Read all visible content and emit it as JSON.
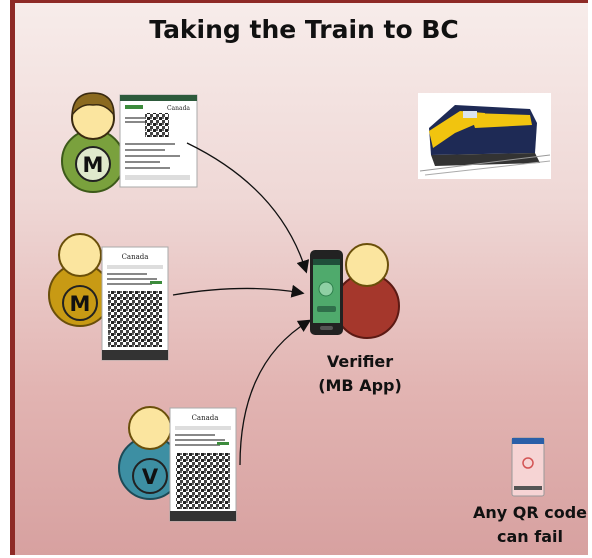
{
  "title": "Taking the Train to BC",
  "people": {
    "top": {
      "letter": "M"
    },
    "middle": {
      "letter": "M"
    },
    "bottom": {
      "letter": "V"
    }
  },
  "verifier": {
    "line1": "Verifier",
    "line2": "(MB App)"
  },
  "qr_note": {
    "line1": "Any QR code",
    "line2": "can fail"
  },
  "documents": {
    "canada_text": "Canada"
  },
  "colors": {
    "slide_border": "#8e2a26",
    "person_top_body": "#7aa13d",
    "person_middle_body": "#c89a14",
    "person_bottom_body": "#3d8fa3",
    "verifier_body": "#a5372c",
    "skin": "#fbe59f",
    "hair": "#8b6a20"
  }
}
